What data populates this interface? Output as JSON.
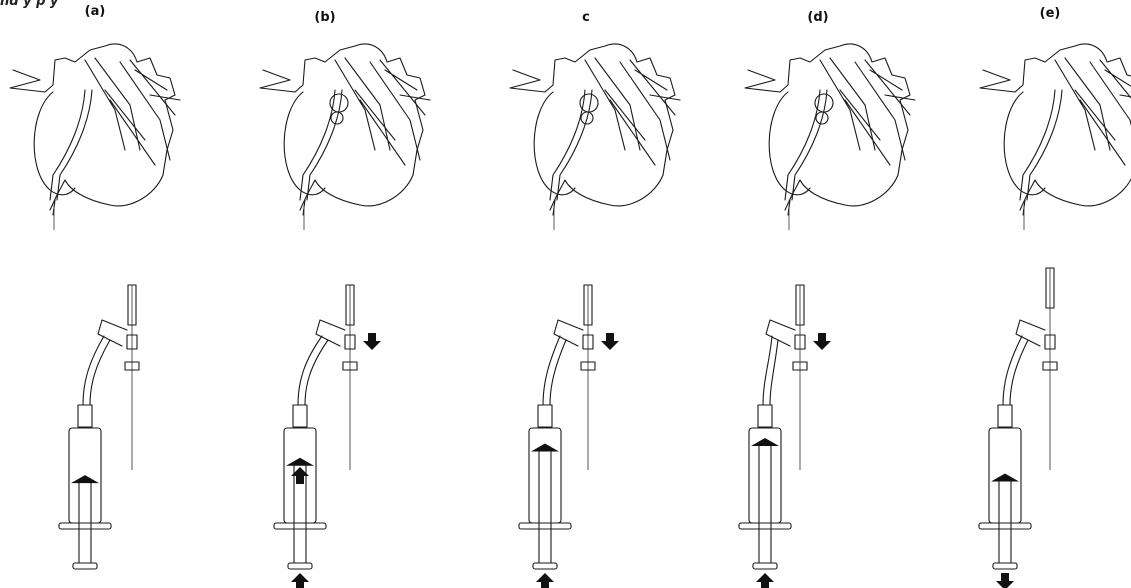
{
  "header_fragment": "nd    y  p       y",
  "panels": [
    {
      "label": "(a)",
      "syringe_level": 0.52,
      "arrows": [],
      "connector": "closed"
    },
    {
      "label": "(b)",
      "syringe_level": 0.3,
      "arrows": [
        "guidewire-down",
        "plunger-up",
        "syringe-up"
      ],
      "connector": "open"
    },
    {
      "label": "c",
      "syringe_level": 0.12,
      "arrows": [
        "guidewire-down",
        "plunger-up"
      ],
      "connector": "open"
    },
    {
      "label": "(d)",
      "syringe_level": 0.05,
      "arrows": [
        "guidewire-down",
        "plunger-up"
      ],
      "connector": "open"
    },
    {
      "label": "(e)",
      "syringe_level": 0.5,
      "arrows": [
        "plunger-down"
      ],
      "connector": "closed"
    }
  ],
  "colors": {
    "ink": "#1a1a1a",
    "arrow": "#111111",
    "background": "#ffffff"
  }
}
